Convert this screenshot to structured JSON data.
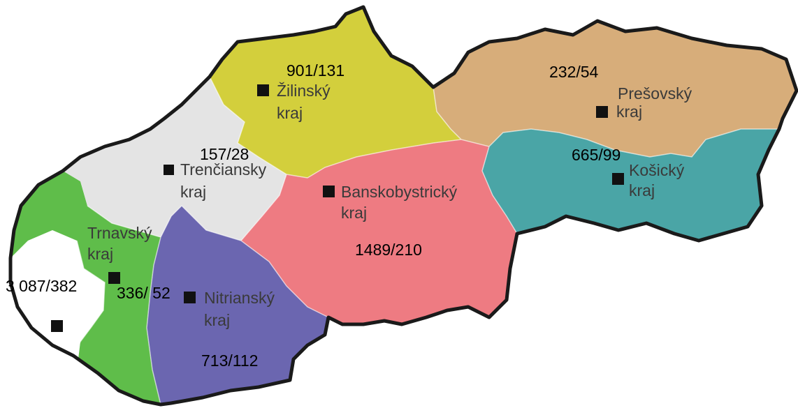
{
  "colors": {
    "bratislavsky": "#ffffff",
    "trnavsky": "#5fbd4a",
    "nitriansky": "#6b66b0",
    "trenciansky": "#e4e4e4",
    "zilinsky": "#d3cf3c",
    "banskobystricky": "#ee7b82",
    "presovsky": "#d7ad7a",
    "kosicky": "#4aa5a6",
    "outline": "#1a1a1a",
    "marker": "#111111"
  },
  "regions": {
    "bratislavsky": {
      "stat": "3 087/382"
    },
    "trnavsky": {
      "name1": "Trnavský",
      "name2": "kraj",
      "stat": "336/ 52"
    },
    "nitriansky": {
      "name1": "Nitrianský",
      "name2": "kraj",
      "stat": "713/112"
    },
    "trenciansky": {
      "name1": "Trenčiansky",
      "name2": "kraj",
      "stat": "157/28"
    },
    "zilinsky": {
      "name1": "Žilinský",
      "name2": "kraj",
      "stat": "901/131"
    },
    "banskobystricky": {
      "name1": "Banskobystrický",
      "name2": "kraj",
      "stat": "1489/210"
    },
    "presovsky": {
      "name1": "Prešovský",
      "name2": "kraj",
      "stat": "232/54"
    },
    "kosicky": {
      "name1": "Košický",
      "name2": "kraj",
      "stat": "665/99"
    }
  }
}
